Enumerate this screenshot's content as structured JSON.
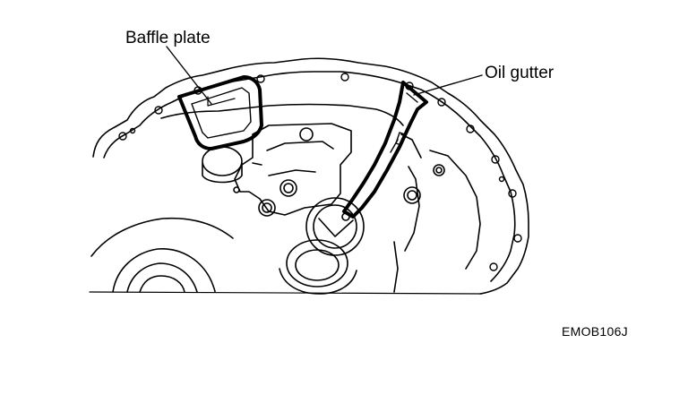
{
  "labels": {
    "baffle_plate": "Baffle plate",
    "oil_gutter": "Oil gutter"
  },
  "figure_code": "EMOB106J",
  "colors": {
    "ink": "#000000",
    "background": "#ffffff"
  }
}
